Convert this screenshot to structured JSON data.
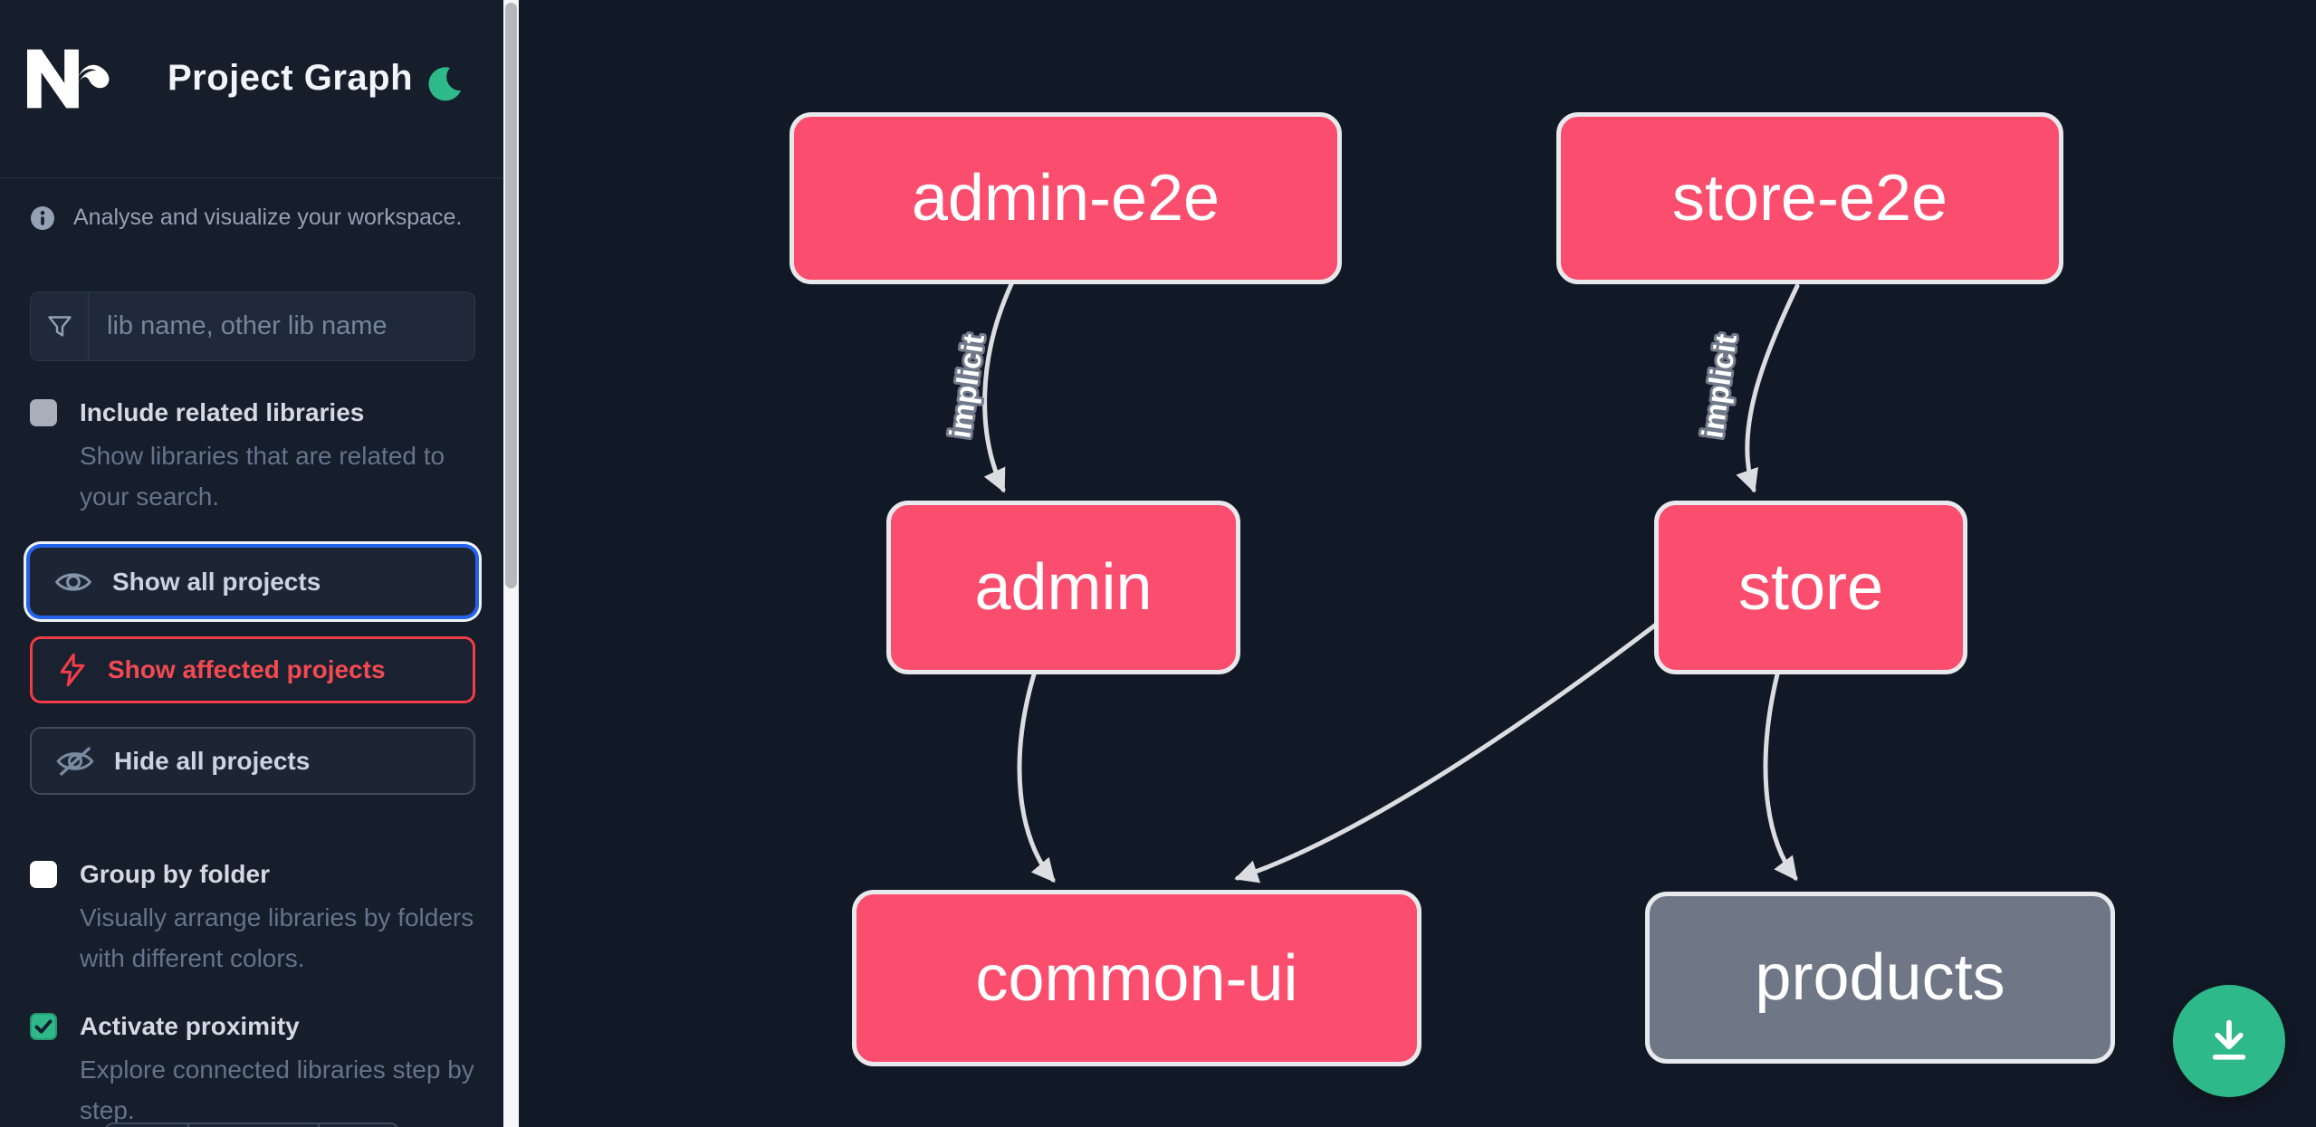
{
  "app": {
    "title": "Project Graph"
  },
  "sidebar": {
    "info_text": "Analyse and visualize your workspace.",
    "search": {
      "placeholder": "lib name, other lib name",
      "value": ""
    },
    "toggles": [
      {
        "label": "Include related libraries",
        "description": "Show libraries that are related to your search.",
        "checked": false
      },
      {
        "label": "Group by folder",
        "description": "Visually arrange libraries by folders with different colors.",
        "checked": false
      },
      {
        "label": "Activate proximity",
        "description": "Explore connected libraries step by step.",
        "checked": true
      }
    ],
    "buttons": [
      {
        "label": "Show all projects"
      },
      {
        "label": "Show affected projects"
      },
      {
        "label": "Hide all projects"
      }
    ]
  },
  "graph": {
    "nodes": [
      {
        "label": "admin-e2e",
        "status": "affected"
      },
      {
        "label": "store-e2e",
        "status": "affected"
      },
      {
        "label": "admin",
        "status": "affected"
      },
      {
        "label": "store",
        "status": "affected"
      },
      {
        "label": "common-ui",
        "status": "affected"
      },
      {
        "label": "products",
        "status": "unaffected"
      }
    ],
    "edges": [
      {
        "from": "admin-e2e",
        "to": "admin",
        "label": "implicit"
      },
      {
        "from": "store-e2e",
        "to": "store",
        "label": "implicit"
      },
      {
        "from": "admin",
        "to": "common-ui",
        "label": ""
      },
      {
        "from": "store",
        "to": "common-ui",
        "label": ""
      },
      {
        "from": "store",
        "to": "products",
        "label": ""
      }
    ]
  },
  "colors": {
    "affected_node": "#fb4d6d",
    "unaffected_node": "#6f7787",
    "accent_green": "#2eb98a",
    "accent_red": "#f23c47",
    "focus_blue": "#2563eb",
    "sidebar_bg": "#161d2b",
    "canvas_bg": "#121926"
  }
}
